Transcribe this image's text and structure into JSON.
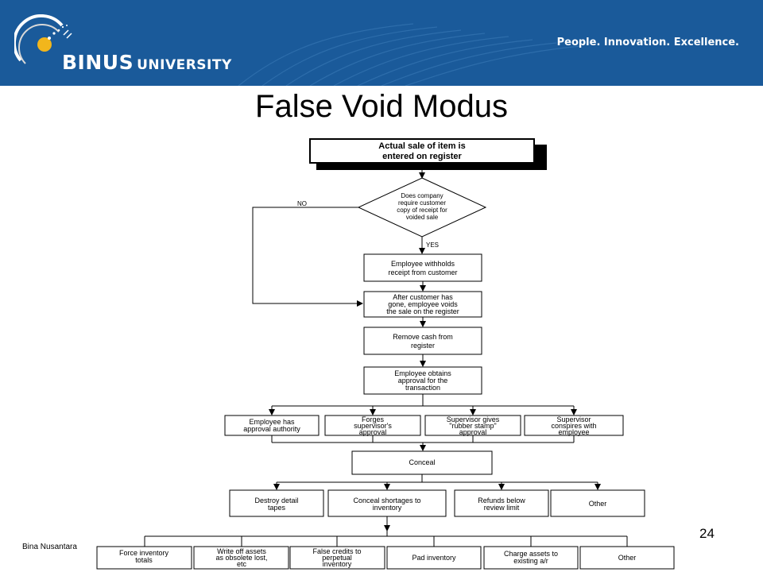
{
  "header": {
    "logo_main": "BINUS",
    "logo_sub": "UNIVERSITY",
    "tagline": "People. Innovation. Excellence."
  },
  "slide": {
    "title": "False Void Modus",
    "footer": "Bina Nusantara",
    "page_number": "24"
  },
  "flow": {
    "start": [
      "Actual sale of item is",
      "entered on register"
    ],
    "decision": [
      "Does company",
      "require customer",
      "copy of receipt for",
      "voided sale"
    ],
    "label_no": "NO",
    "label_yes": "YES",
    "step1": [
      "Employee withholds",
      "receipt from customer"
    ],
    "step2": [
      "After customer has",
      "gone, employee voids",
      "the sale on the register"
    ],
    "step3": [
      "Remove cash from",
      "register"
    ],
    "step4": [
      "Employee obtains",
      "approval for the",
      "transaction"
    ],
    "approval": [
      [
        "Employee has",
        "approval authority"
      ],
      [
        "Forges",
        "supervisor's",
        "approval"
      ],
      [
        "Supervisor gives",
        "\"rubber stamp\"",
        "approval"
      ],
      [
        "Supervisor",
        "conspires with",
        "employee"
      ]
    ],
    "conceal": [
      "Conceal"
    ],
    "conceal_methods": [
      [
        "Destroy detail",
        "tapes"
      ],
      [
        "Conceal shortages to",
        "inventory"
      ],
      [
        "Refunds below",
        "review limit"
      ],
      [
        "Other"
      ]
    ],
    "inventory_methods": [
      [
        "Force inventory",
        "totals"
      ],
      [
        "Write off assets",
        "as obsolete lost,",
        "etc"
      ],
      [
        "False credits to",
        "perpetual",
        "inventory"
      ],
      [
        "Pad inventory"
      ],
      [
        "Charge assets to",
        "existing a/r"
      ],
      [
        "Other"
      ]
    ]
  }
}
